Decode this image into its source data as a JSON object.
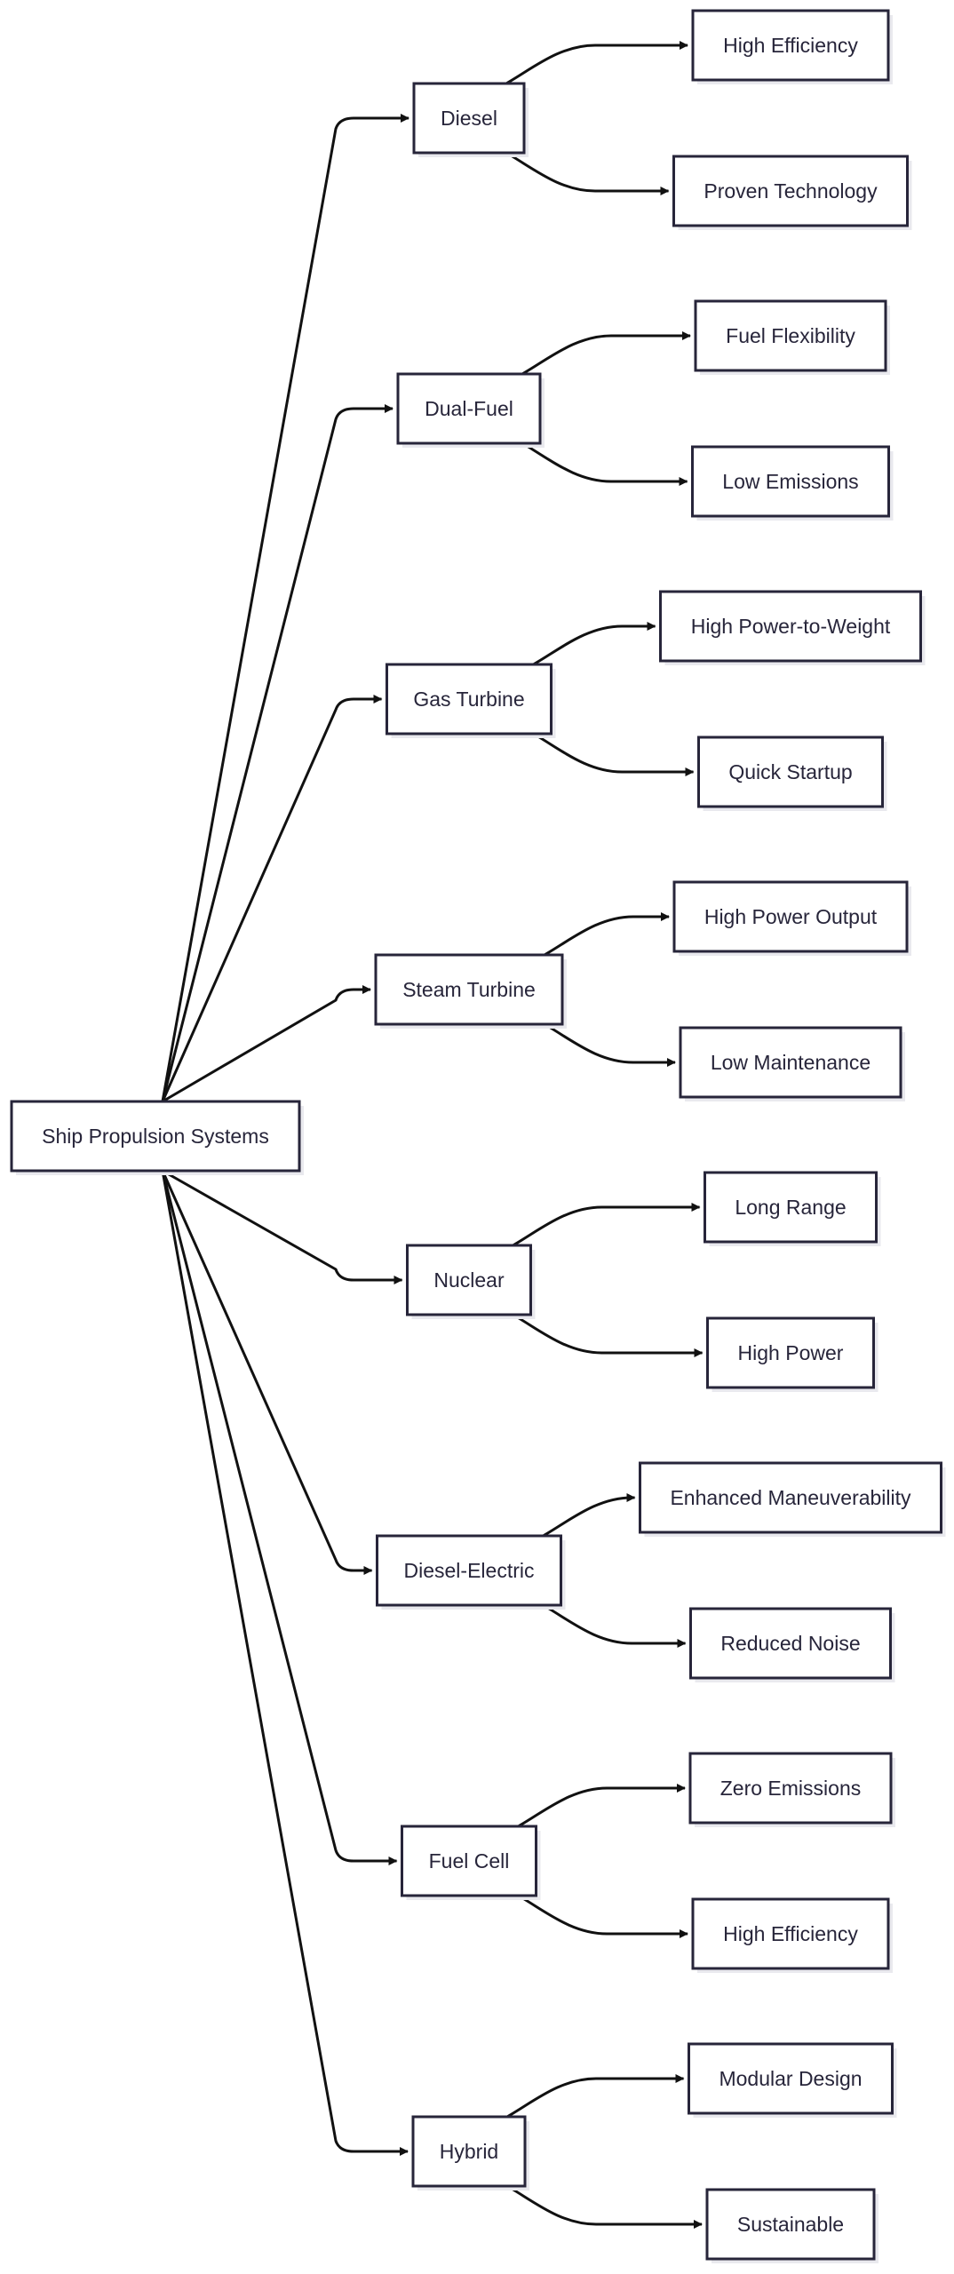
{
  "diagram": {
    "root": {
      "id": "root",
      "label": "Ship Propulsion Systems"
    },
    "categories": [
      {
        "id": "diesel",
        "label": "Diesel",
        "benefits": [
          "High Efficiency",
          "Proven Technology"
        ]
      },
      {
        "id": "dual-fuel",
        "label": "Dual-Fuel",
        "benefits": [
          "Fuel Flexibility",
          "Low Emissions"
        ]
      },
      {
        "id": "gas-turbine",
        "label": "Gas Turbine",
        "benefits": [
          "High Power-to-Weight",
          "Quick Startup"
        ]
      },
      {
        "id": "steam-turbine",
        "label": "Steam Turbine",
        "benefits": [
          "High Power Output",
          "Low Maintenance"
        ]
      },
      {
        "id": "nuclear",
        "label": "Nuclear",
        "benefits": [
          "Long Range",
          "High Power"
        ]
      },
      {
        "id": "diesel-electric",
        "label": "Diesel-Electric",
        "benefits": [
          "Enhanced Maneuverability",
          "Reduced Noise"
        ]
      },
      {
        "id": "fuel-cell",
        "label": "Fuel Cell",
        "benefits": [
          "Zero Emissions",
          "High Efficiency"
        ]
      },
      {
        "id": "hybrid",
        "label": "Hybrid",
        "benefits": [
          "Modular Design",
          "Sustainable"
        ]
      }
    ]
  },
  "colors": {
    "node_border": "#27253a",
    "node_fill": "#ffffff",
    "node_shadow": "#e9e9ee",
    "text": "#27253a",
    "edge": "#111111"
  }
}
